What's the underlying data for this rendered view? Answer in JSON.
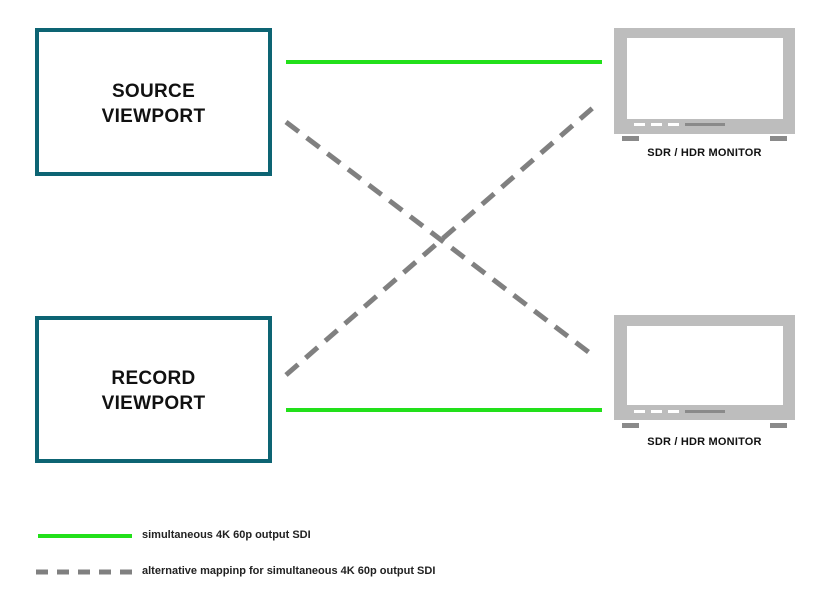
{
  "colors": {
    "viewport_border": "#0d6473",
    "solid_line": "#22e01a",
    "dashed_line": "#808080",
    "monitor": "#bdbdbd"
  },
  "viewports": {
    "source": {
      "line1": "SOURCE",
      "line2": "VIEWPORT"
    },
    "record": {
      "line1": "RECORD",
      "line2": "VIEWPORT"
    }
  },
  "monitors": {
    "top": {
      "label": "SDR / HDR MONITOR"
    },
    "bottom": {
      "label": "SDR / HDR MONITOR"
    }
  },
  "legend": {
    "solid": {
      "text": "simultaneous 4K 60p output SDI"
    },
    "dashed": {
      "text": "alternative mappinp for simultaneous 4K 60p output SDI"
    }
  }
}
